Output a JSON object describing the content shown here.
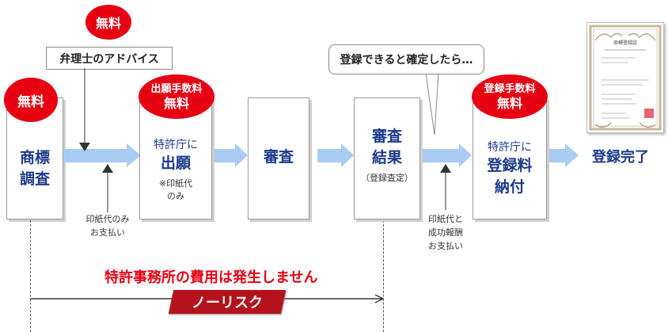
{
  "steps": {
    "chousa": {
      "label_line1": "商標",
      "label_line2": "調査",
      "badge": "無料"
    },
    "advice": {
      "badge": "無料",
      "label": "弁理士のアドバイス"
    },
    "shutsugan": {
      "badge_line1": "出願手数料",
      "badge_line2": "無料",
      "label_line1": "特許庁に",
      "label_line2": "出願",
      "note_line1": "※印紙代",
      "note_line2": "のみ"
    },
    "shinsa": {
      "label": "審査"
    },
    "kekka": {
      "label_line1": "審査",
      "label_line2": "結果",
      "note": "（登録査定）"
    },
    "nofu": {
      "badge_line1": "登録手数料",
      "badge_line2": "無料",
      "label_line1": "特許庁に",
      "label_line2": "登録料",
      "label_line3": "納付"
    },
    "complete": {
      "label": "登録完了"
    }
  },
  "payments": {
    "first_line1": "印紙代のみ",
    "first_line2": "お支払い",
    "second_line1": "印紙代と",
    "second_line2": "成功報酬",
    "second_line3": "お支払い"
  },
  "speech_bubble": "登録できると確定したら…",
  "certificate": {
    "title": "商標登録証"
  },
  "footer": {
    "statement": "特許事務所の費用は発生しません",
    "tag": "ノーリスク"
  },
  "colors": {
    "accent_red": "#e60012",
    "navy": "#1b3a8c",
    "arrow_blue": "#a9cdf2",
    "tag_red": "#b5121b"
  }
}
